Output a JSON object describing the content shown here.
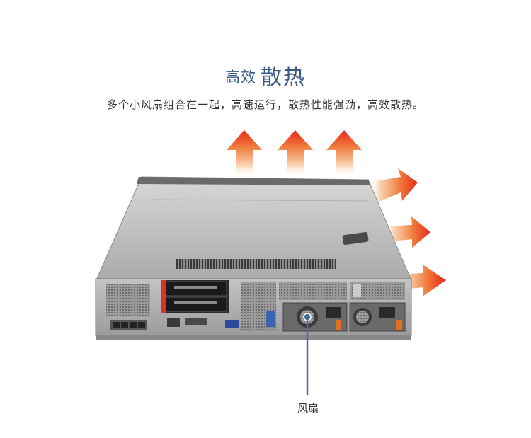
{
  "header": {
    "title_small": "高效",
    "title_large": "散热",
    "subtitle": "多个小风扇组合在一起，高速运行，散热性能强劲，高效散热。"
  },
  "callout": {
    "label": "风扇"
  },
  "colors": {
    "title": "#3a5a88",
    "arrow_tip": "#e8261a",
    "arrow_base": "#f6c7a0",
    "pointer_line": "#4a6aa0",
    "chassis": "#b8b8b8"
  }
}
